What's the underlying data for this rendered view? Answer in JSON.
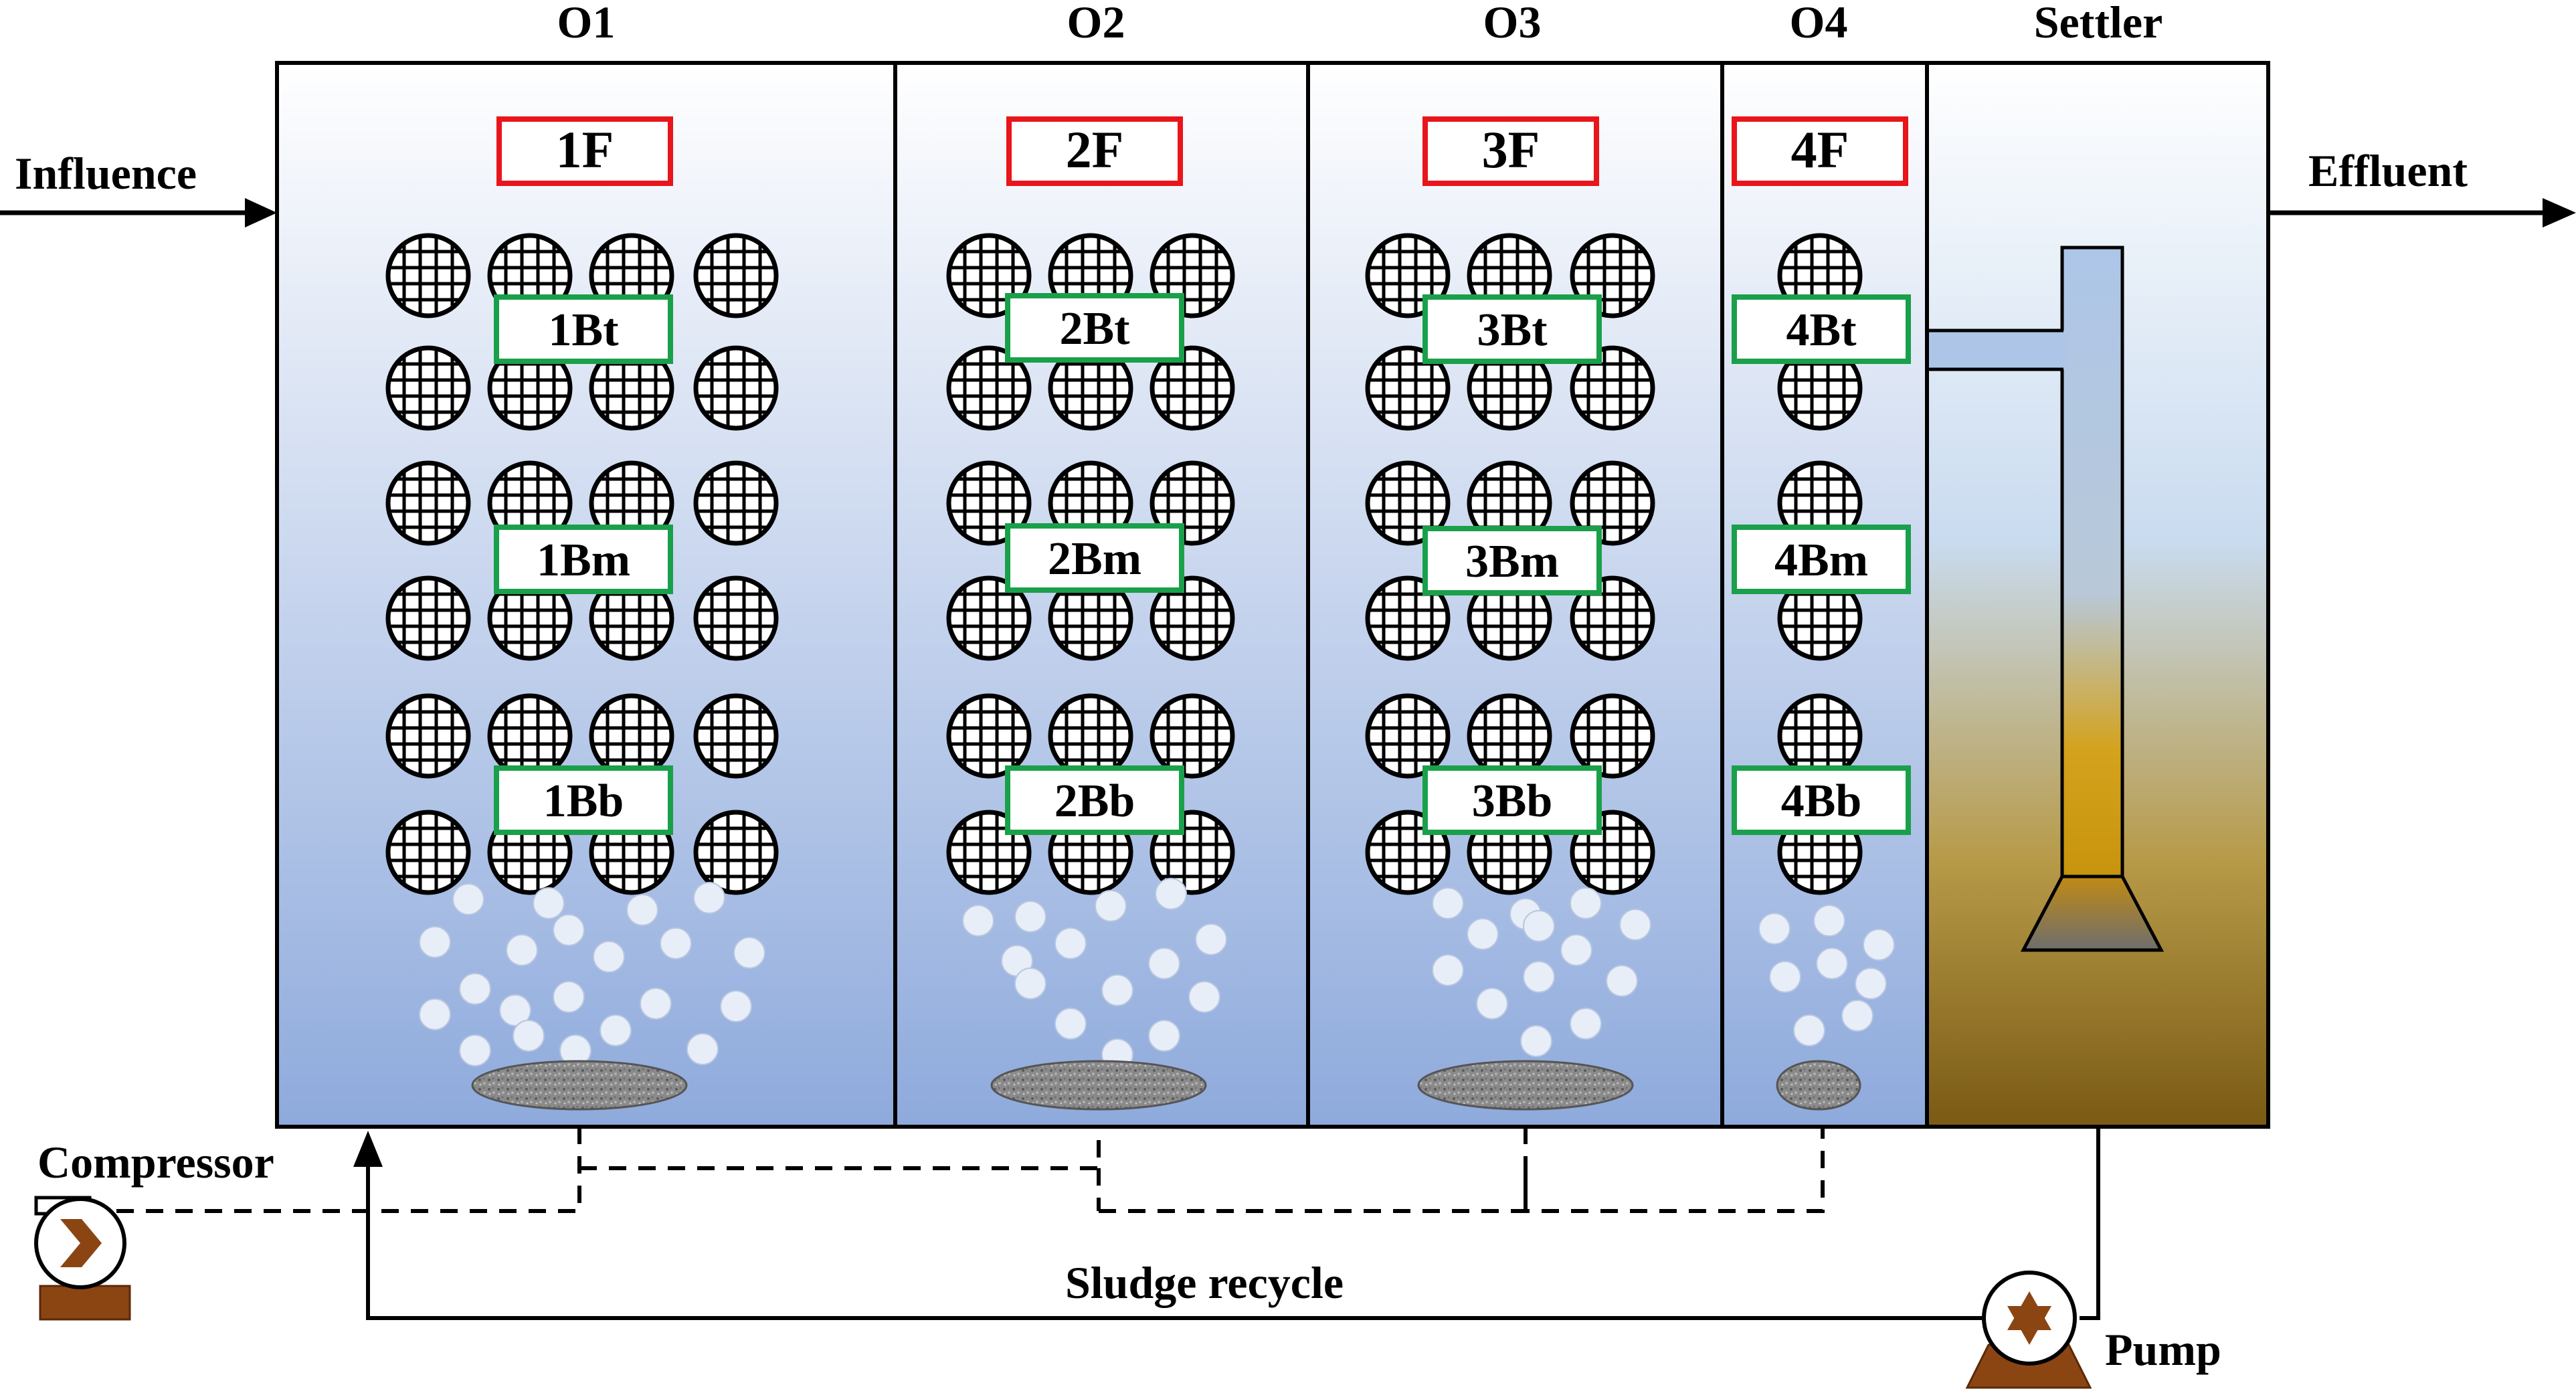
{
  "tanks": [
    {
      "name": "O1",
      "float_label": "1F",
      "labels": [
        "1Bt",
        "1Bm",
        "1Bb"
      ]
    },
    {
      "name": "O2",
      "float_label": "2F",
      "labels": [
        "2Bt",
        "2Bm",
        "2Bb"
      ]
    },
    {
      "name": "O3",
      "float_label": "3F",
      "labels": [
        "3Bt",
        "3Bm",
        "3Bb"
      ]
    },
    {
      "name": "O4",
      "float_label": "4F",
      "labels": [
        "4Bt",
        "4Bm",
        "4Bb"
      ]
    }
  ],
  "settler": {
    "name": "Settler"
  },
  "flows": {
    "influent": "Influence",
    "effluent": "Effluent",
    "recycle": "Sludge recycle"
  },
  "equipment": {
    "compressor": "Compressor",
    "pump": "Pump"
  },
  "colors": {
    "float_box": "#e8151b",
    "carrier_box": "#1aa04a",
    "water_top": "#ffffff",
    "water_bottom": "#8eaadc",
    "settler_top": "#c9dbef",
    "settler_mid": "#d4a21c",
    "settler_bottom": "#7a5a14",
    "equipment_brown": "#8b4513"
  }
}
